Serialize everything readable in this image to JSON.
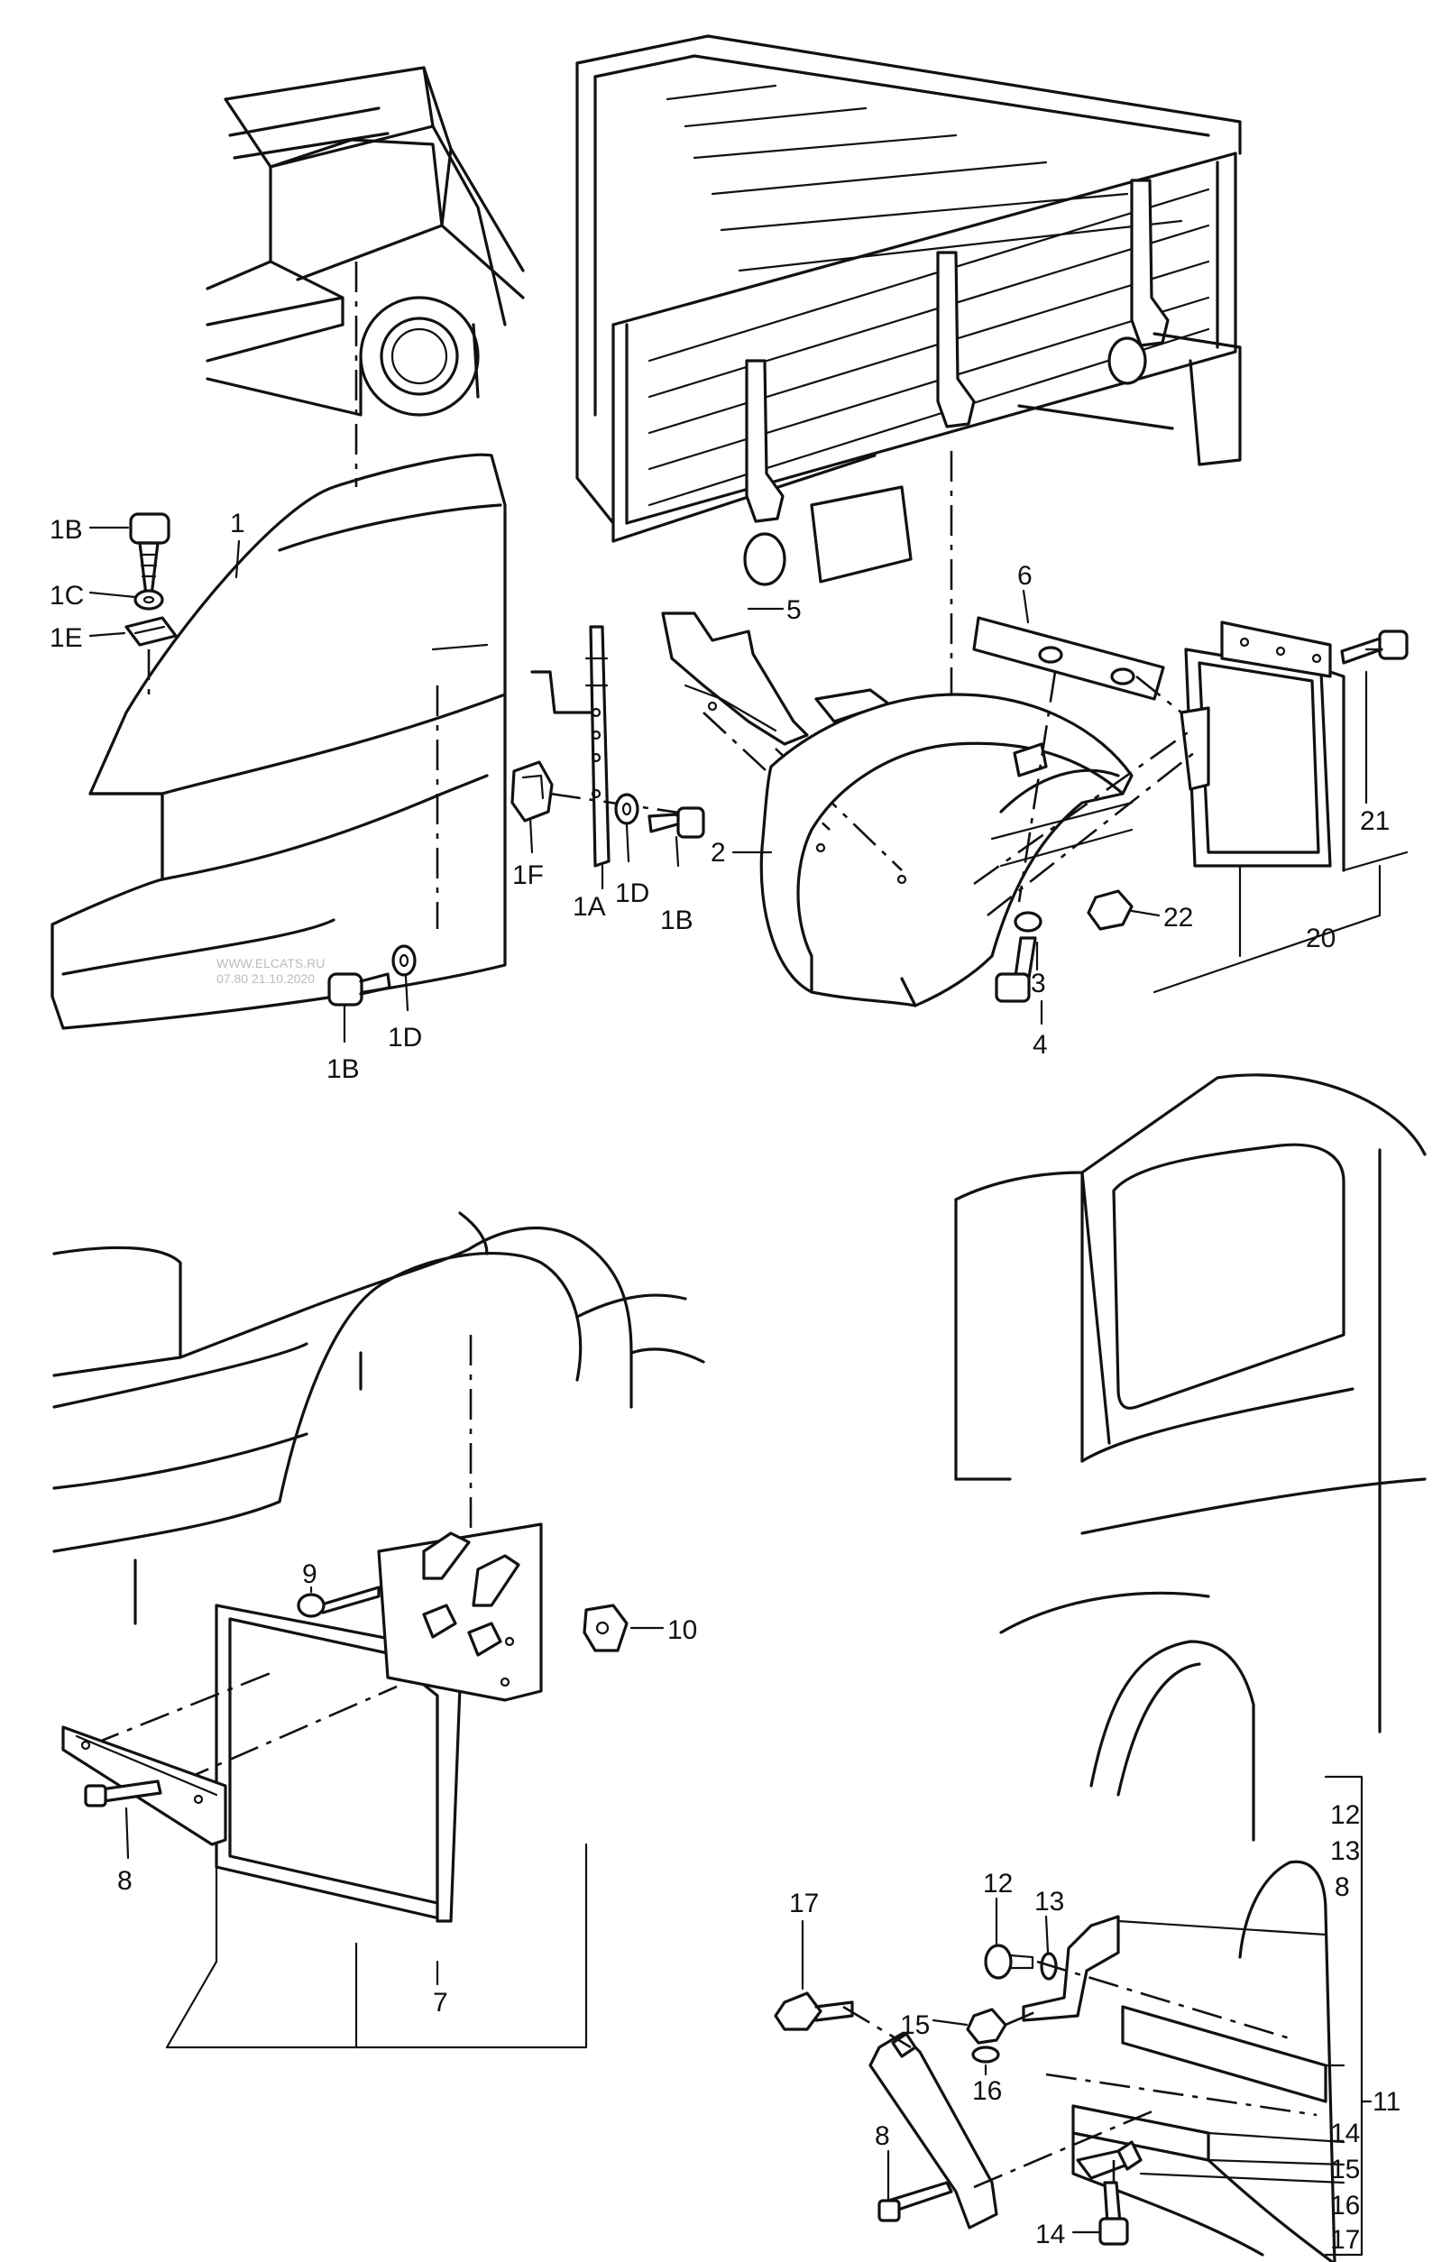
{
  "watermark": {
    "line1": "WWW.ELCATS.RU",
    "line2": "07.80 21.10.2020"
  },
  "labels": {
    "l1B_a": "1B",
    "l1": "1",
    "l1C": "1C",
    "l1E": "1E",
    "l1F": "1F",
    "l1A": "1A",
    "l1D_a": "1D",
    "l1B_b": "1B",
    "l1B_c": "1B",
    "l1D_b": "1D",
    "l5": "5",
    "l6": "6",
    "l2": "2",
    "l3": "3",
    "l4": "4",
    "l22": "22",
    "l21": "21",
    "l20": "20",
    "l9": "9",
    "l10": "10",
    "l8_a": "8",
    "l7": "7",
    "l17": "17",
    "l12_a": "12",
    "l13_a": "13",
    "l15_a": "15",
    "l16_a": "16",
    "l8_b": "8",
    "l14_a": "14",
    "l12_b": "12",
    "l13_b": "13",
    "l8_c": "8",
    "l11": "11",
    "l14_b": "14",
    "l15_b": "15",
    "l16_b": "16",
    "l17_b": "17"
  }
}
